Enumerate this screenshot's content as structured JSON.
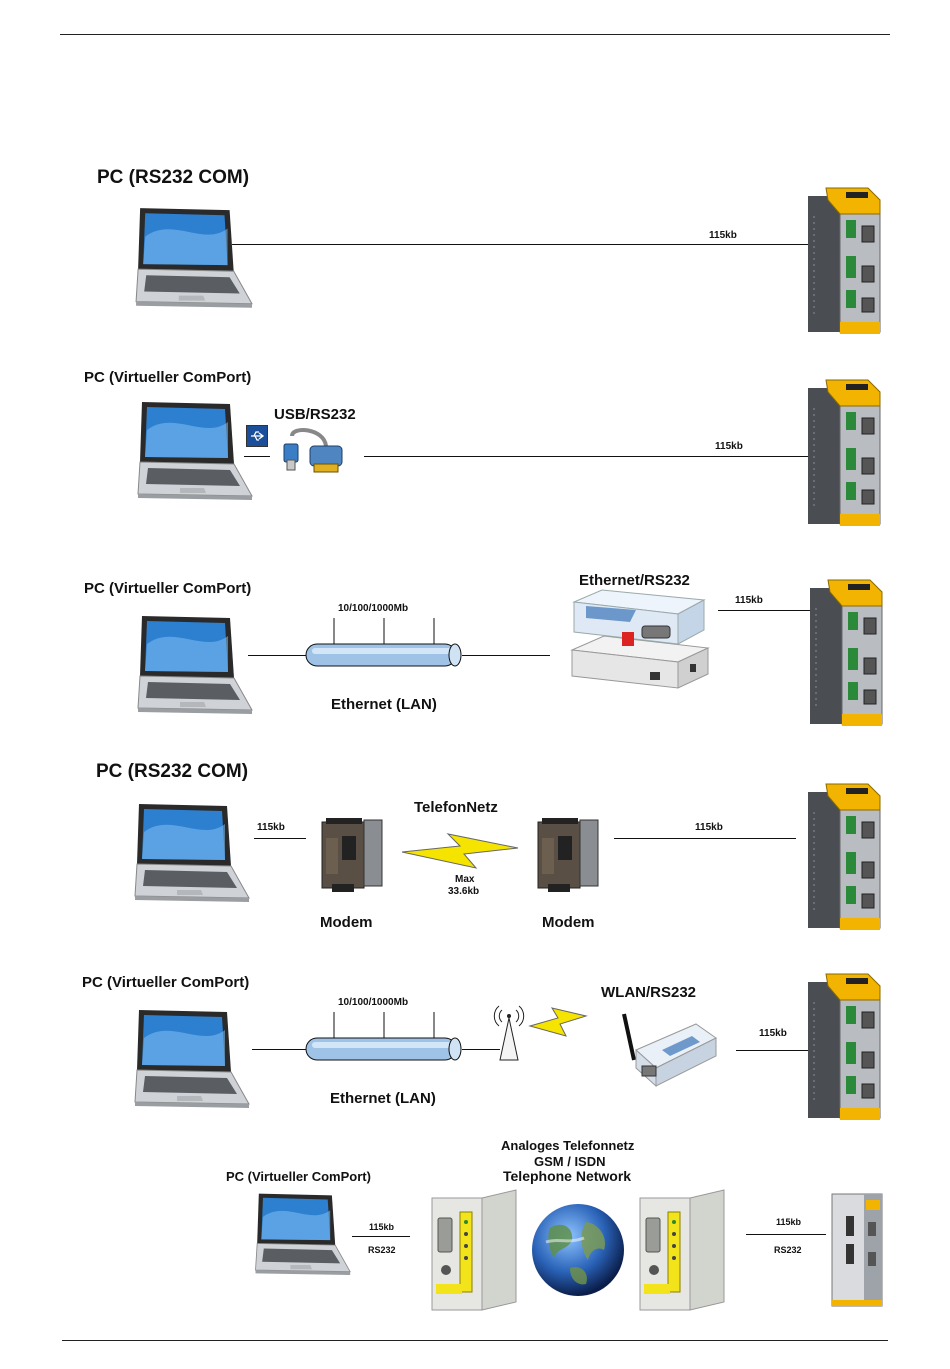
{
  "sections": [
    {
      "title": "PC (RS232 COM)",
      "link_speed": "115kb"
    },
    {
      "title": "PC (Virtueller ComPort)",
      "adapter_label": "USB/RS232",
      "link_speed": "115kb"
    },
    {
      "title": "PC (Virtueller ComPort)",
      "bus_speed": "10/100/1000Mb",
      "bus_label": "Ethernet (LAN)",
      "adapter_label": "Ethernet/RS232",
      "link_speed": "115kb"
    },
    {
      "title": "PC (RS232 COM)",
      "network_label": "TelefonNetz",
      "pc_speed": "115kb",
      "max_label": "Max",
      "max_speed": "33.6kb",
      "modem_left": "Modem",
      "modem_right": "Modem",
      "link_speed": "115kb"
    },
    {
      "title": "PC (Virtueller ComPort)",
      "bus_speed": "10/100/1000Mb",
      "bus_label": "Ethernet (LAN)",
      "adapter_label": "WLAN/RS232",
      "link_speed": "115kb"
    },
    {
      "title": "PC (Virtueller ComPort)",
      "network_line1": "Analoges Telefonnetz",
      "network_line2": "GSM / ISDN",
      "network_line3": "Telephone Network",
      "left_speed": "115kb",
      "left_proto": "RS232",
      "right_speed": "115kb",
      "right_proto": "RS232"
    }
  ],
  "colors": {
    "drive_yellow": "#f2b400",
    "drive_grey": "#4a4d52",
    "laptop_blue": "#2d7fd0",
    "lightning": "#f5e400"
  }
}
